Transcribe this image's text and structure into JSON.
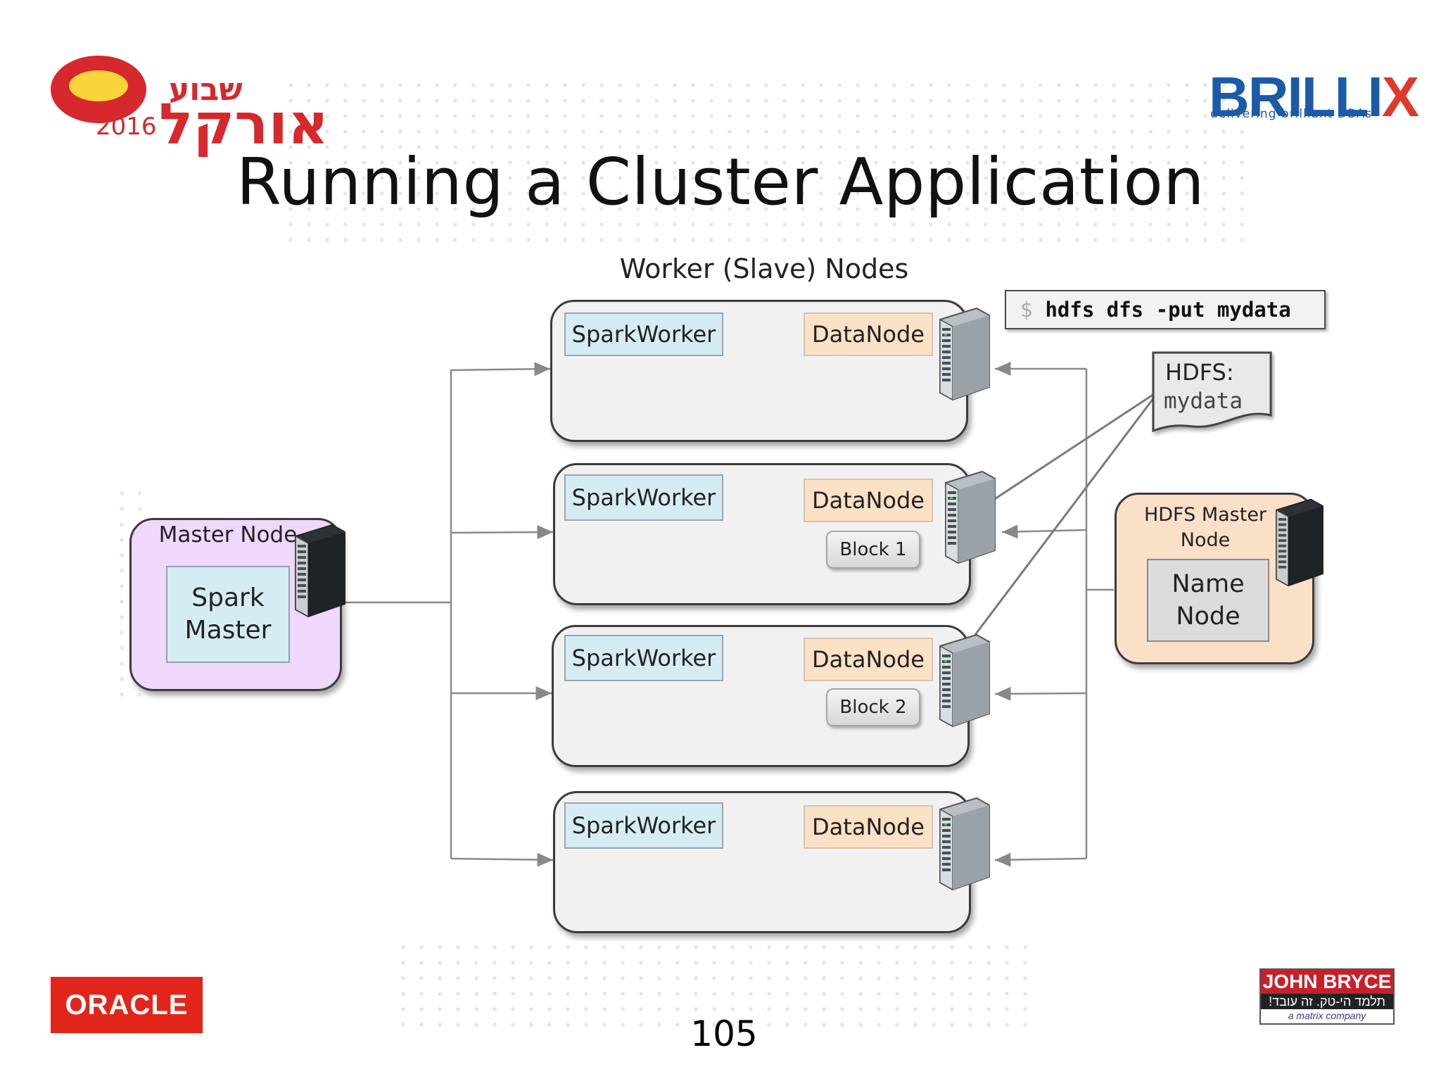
{
  "slide": {
    "title": "Running a Cluster Application",
    "subtitle": "Worker (Slave) Nodes",
    "page_number": "105"
  },
  "command": {
    "prompt": "$",
    "text": "hdfs dfs -put mydata"
  },
  "hdfs_file": {
    "label": "HDFS:",
    "name": "mydata"
  },
  "workers": [
    {
      "spark": "SparkWorker",
      "data": "DataNode",
      "block": ""
    },
    {
      "spark": "SparkWorker",
      "data": "DataNode",
      "block": "Block 1"
    },
    {
      "spark": "SparkWorker",
      "data": "DataNode",
      "block": "Block 2"
    },
    {
      "spark": "SparkWorker",
      "data": "DataNode",
      "block": ""
    }
  ],
  "master_node": {
    "label": "Master Node",
    "inner_line1": "Spark",
    "inner_line2": "Master"
  },
  "hdfs_master": {
    "label_line1": "HDFS Master",
    "label_line2": "Node",
    "inner_line1": "Name",
    "inner_line2": "Node"
  },
  "logos": {
    "oracle_week_hebrew_top": "שבוע",
    "oracle_week_hebrew_main": "אורקל",
    "oracle_week_year": "2016",
    "brillix": "BRILLI",
    "brillix_x": "X",
    "brillix_tagline": "delivering brilliant DBAs",
    "oracle": "ORACLE",
    "john_bryce": "JOHN BRYCE",
    "john_bryce_hebrew": "תלמד הי-טק. זה עובד!",
    "john_bryce_sub": "a matrix company"
  },
  "colors": {
    "worker_bg": "#f1f1f2",
    "spark_chip": "#d6ecf3",
    "datanode_chip": "#fbe1c6",
    "master_bg": "#efd8fb",
    "hdfs_master_bg": "#fbe0c8",
    "oracle_red": "#e2251b",
    "brillix_blue": "#1b5aa6"
  }
}
